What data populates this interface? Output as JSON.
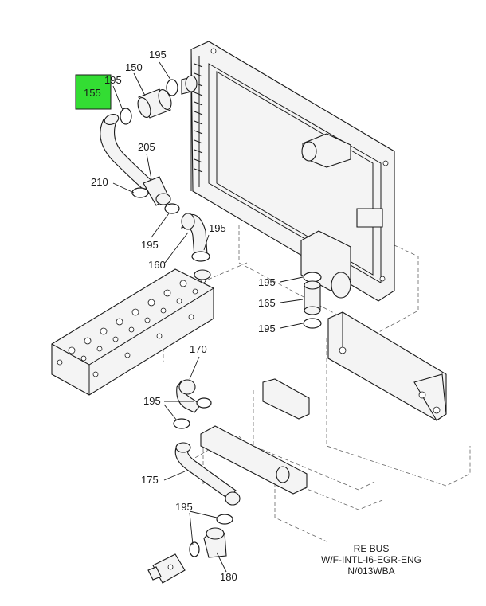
{
  "highlight_color": "#33dd33",
  "callouts": {
    "c155": "155",
    "c195_top": "195",
    "c150": "150",
    "c195_left": "195",
    "c205": "205",
    "c210": "210",
    "c195_mid": "195",
    "c195_right": "195",
    "c160": "160",
    "c195_r1": "195",
    "c165": "165",
    "c195_r2": "195",
    "c170": "170",
    "c195_low": "195",
    "c175": "175",
    "c195_bottom": "195",
    "c180": "180"
  },
  "footer": {
    "line1": "RE BUS",
    "line2": "W/F-INTL-I6-EGR-ENG",
    "line3": "N/013WBA"
  }
}
